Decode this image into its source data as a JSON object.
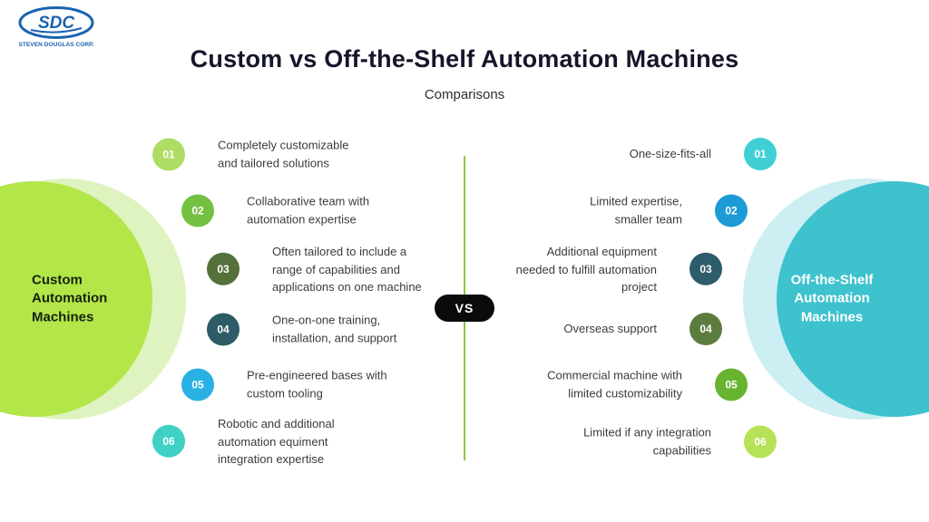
{
  "logo": {
    "acronym": "SDC",
    "company": "STEVEN DOUGLAS CORP.",
    "color": "#1a63b0"
  },
  "header": {
    "title": "Custom vs Off-the-Shelf Automation Machines",
    "subtitle": "Comparisons"
  },
  "versus": {
    "label": "VS",
    "pill_color": "#0b0b0b",
    "divider_color": "#8dc63f"
  },
  "left_panel": {
    "title": "Custom\nAutomation\nMachines",
    "shape_color": "#b3e649",
    "halo_color": "#dff3c0",
    "items": [
      {
        "num": "01",
        "color": "#aedd63",
        "text": "Completely customizable\nand tailored solutions"
      },
      {
        "num": "02",
        "color": "#74c043",
        "text": "Collaborative team with\nautomation expertise"
      },
      {
        "num": "03",
        "color": "#54703b",
        "text": "Often tailored to include a\nrange of capabilities and\napplications on one machine"
      },
      {
        "num": "04",
        "color": "#2d5c66",
        "text": "One-on-one training,\ninstallation, and support"
      },
      {
        "num": "05",
        "color": "#29b1e3",
        "text": "Pre-engineered bases with\ncustom tooling"
      },
      {
        "num": "06",
        "color": "#3fd0c6",
        "text": "Robotic and additional\nautomation equiment\nintegration expertise"
      }
    ]
  },
  "right_panel": {
    "title": "Off-the-Shelf\nAutomation\nMachines",
    "shape_color": "#3ec2ce",
    "halo_color": "#cdeef3",
    "items": [
      {
        "num": "01",
        "color": "#3fcfd4",
        "text": "One-size-fits-all"
      },
      {
        "num": "02",
        "color": "#1d9bd6",
        "text": "Limited expertise,\nsmaller team"
      },
      {
        "num": "03",
        "color": "#2d5c6b",
        "text": "Additional equipment\nneeded to fulfill automation\nproject"
      },
      {
        "num": "04",
        "color": "#5c7c3f",
        "text": "Overseas support"
      },
      {
        "num": "05",
        "color": "#68b330",
        "text": "Commercial machine with\nlimited customizability"
      },
      {
        "num": "06",
        "color": "#b6e257",
        "text": "Limited if any integration\ncapabilities"
      }
    ]
  }
}
